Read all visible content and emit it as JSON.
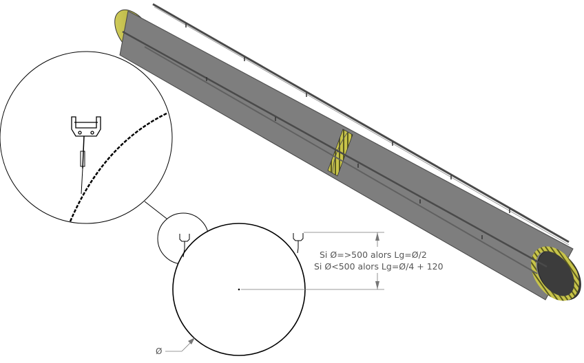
{
  "annotations": {
    "rule_large": "Si Ø=>500 alors Lg=Ø/2",
    "rule_small": "Si Ø<500 alors Lg=Ø/4 + 120",
    "diameter_symbol": "Ø"
  },
  "colors": {
    "tube_light": "#e6e6e6",
    "tube_mid": "#bdbdbd",
    "tube_dark": "#858585",
    "end_cap": "#c8c44a",
    "rail": "#4a4a4a",
    "line": "#000000",
    "dim_line": "#777777"
  },
  "icons": {
    "rail_profile": "c-channel-rail-icon",
    "diameter_leader": "arrow-leader-icon"
  }
}
